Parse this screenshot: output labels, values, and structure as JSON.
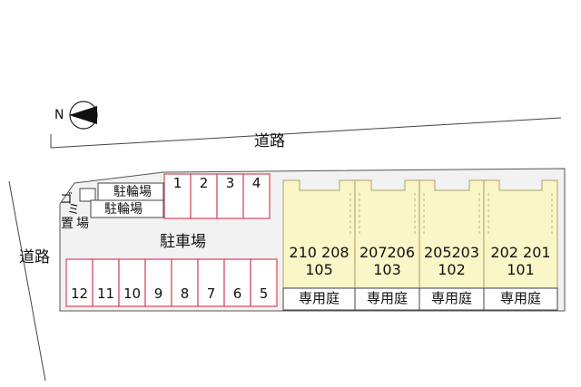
{
  "roads": {
    "north": "道路",
    "west": "道路"
  },
  "compass": "N",
  "parking_label": "駐車場",
  "bicycle_parking": [
    "駐輪場",
    "駐輪場"
  ],
  "garbage": [
    "ゴ",
    "ミ",
    "置",
    "場"
  ],
  "parking_spaces_top": [
    "1",
    "2",
    "3",
    "4"
  ],
  "parking_spaces_bottom": [
    "12",
    "11",
    "10",
    "9",
    "8",
    "7",
    "6",
    "5"
  ],
  "units": [
    {
      "upper": "210 208",
      "lower": "105",
      "garden": "専用庭"
    },
    {
      "upper": "207206",
      "lower": "103",
      "garden": "専用庭"
    },
    {
      "upper": "205203",
      "lower": "102",
      "garden": "専用庭"
    },
    {
      "upper": "202 201",
      "lower": "101",
      "garden": "専用庭"
    }
  ],
  "colors": {
    "parking_stroke": "#d6455c",
    "building_fill": "#fbf6c8",
    "building_stroke": "#b9b07a",
    "site_fill": "#f2f2f2"
  }
}
